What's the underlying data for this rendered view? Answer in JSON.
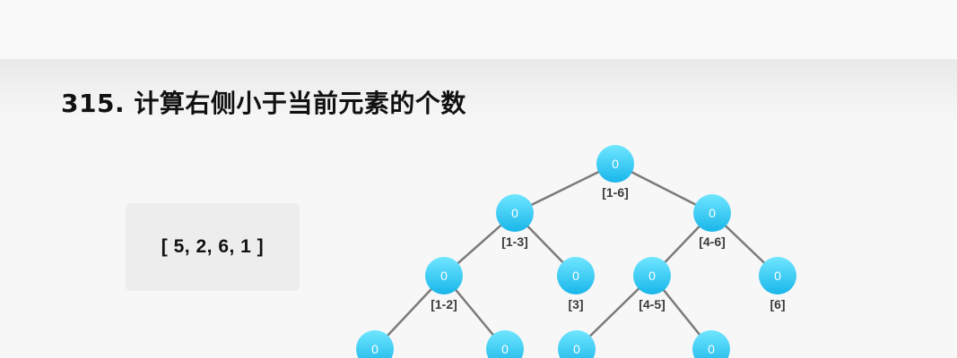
{
  "title": "315. 计算右侧小于当前元素的个数",
  "input_array": "[ 5, 2, 6, 1 ]",
  "colors": {
    "node_light": "#6fe6ff",
    "node_dark": "#19b6ea",
    "edge": "#7b7b7b",
    "label": "#3a3a3a"
  },
  "tree": {
    "nodes": [
      {
        "id": "n1-6",
        "value": "0",
        "range": "[1-6]"
      },
      {
        "id": "n1-3",
        "value": "0",
        "range": "[1-3]"
      },
      {
        "id": "n4-6",
        "value": "0",
        "range": "[4-6]"
      },
      {
        "id": "n1-2",
        "value": "0",
        "range": "[1-2]"
      },
      {
        "id": "n3",
        "value": "0",
        "range": "[3]"
      },
      {
        "id": "n4-5",
        "value": "0",
        "range": "[4-5]"
      },
      {
        "id": "n6",
        "value": "0",
        "range": "[6]"
      },
      {
        "id": "n1",
        "value": "0",
        "range": ""
      },
      {
        "id": "n2",
        "value": "0",
        "range": ""
      },
      {
        "id": "n4",
        "value": "0",
        "range": ""
      },
      {
        "id": "n5",
        "value": "0",
        "range": ""
      }
    ],
    "edges": [
      [
        "n1-6",
        "n1-3"
      ],
      [
        "n1-6",
        "n4-6"
      ],
      [
        "n1-3",
        "n1-2"
      ],
      [
        "n1-3",
        "n3"
      ],
      [
        "n4-6",
        "n4-5"
      ],
      [
        "n4-6",
        "n6"
      ],
      [
        "n1-2",
        "n1"
      ],
      [
        "n1-2",
        "n2"
      ],
      [
        "n4-5",
        "n4"
      ],
      [
        "n4-5",
        "n5"
      ]
    ]
  }
}
